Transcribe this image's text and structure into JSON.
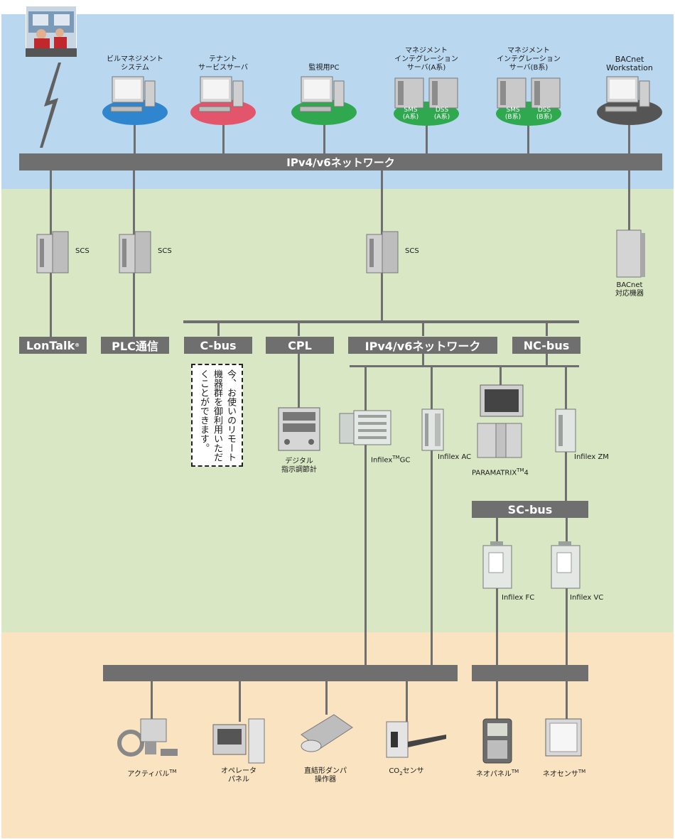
{
  "networks": {
    "top_network": "IPv4/v6ネットワーク",
    "lontalk": "LonTalk",
    "lontalk_mark": "®",
    "plc": "PLC通信",
    "cbus": "C-bus",
    "cpl": "CPL",
    "sub_network": "IPv4/v6ネットワーク",
    "ncbus": "NC-bus",
    "scbus": "SC-bus"
  },
  "servers": [
    {
      "line1": "ビルマネジメント",
      "line2": "システム",
      "color": "#2f86cf"
    },
    {
      "line1": "テナント",
      "line2": "サービスサーバ",
      "color": "#e3556b"
    },
    {
      "line1": "監視用PC",
      "line2": "",
      "color": "#2fa84f"
    },
    {
      "line1": "マネジメント",
      "line2": "インテグレーション",
      "line3": "サーバ(A系)",
      "color": "#2fa84f",
      "left_tag": "SMS",
      "left_sub": "(A系)",
      "right_tag": "DSS",
      "right_sub": "(A系)"
    },
    {
      "line1": "マネジメント",
      "line2": "インテグレーション",
      "line3": "サーバ(B系)",
      "color": "#2fa84f",
      "left_tag": "SMS",
      "left_sub": "(B系)",
      "right_tag": "DSS",
      "right_sub": "(B系)"
    },
    {
      "line1": "BACnet",
      "line2": "Workstation",
      "color": "#555555"
    }
  ],
  "scs": {
    "label1": "SCS",
    "label2": "SCS",
    "label3": "SCS"
  },
  "bacnet_device": {
    "line1": "BACnet",
    "line2": "対応機器"
  },
  "note": {
    "text": "今、お使いのリモート機器群を御利用いただくことができます。"
  },
  "controllers": {
    "digital": {
      "line1": "デジタル",
      "line2": "指示調節計"
    },
    "gc": {
      "name": "Infilex",
      "tm": "TM",
      "suffix": "GC"
    },
    "ac": {
      "name": "Infilex AC"
    },
    "paramatrix": {
      "name": "PARAMATRIX",
      "tm": "TM",
      "suffix": "4"
    },
    "zm": {
      "name": "Infilex ZM"
    },
    "fc": {
      "name": "Infilex FC"
    },
    "vc": {
      "name": "Infilex VC"
    }
  },
  "field_devices": {
    "actuator": {
      "name": "アクティバル",
      "tm": "TM"
    },
    "operator": {
      "line1": "オペレータ",
      "line2": "パネル"
    },
    "damper": {
      "line1": "直結形ダンパ",
      "line2": "操作器"
    },
    "co2": {
      "pre": "CO",
      "sub": "2",
      "post": "センサ"
    },
    "neopanel": {
      "name": "ネオパネル",
      "tm": "TM"
    },
    "neosensor": {
      "name": "ネオセンサ",
      "tm": "TM"
    }
  }
}
